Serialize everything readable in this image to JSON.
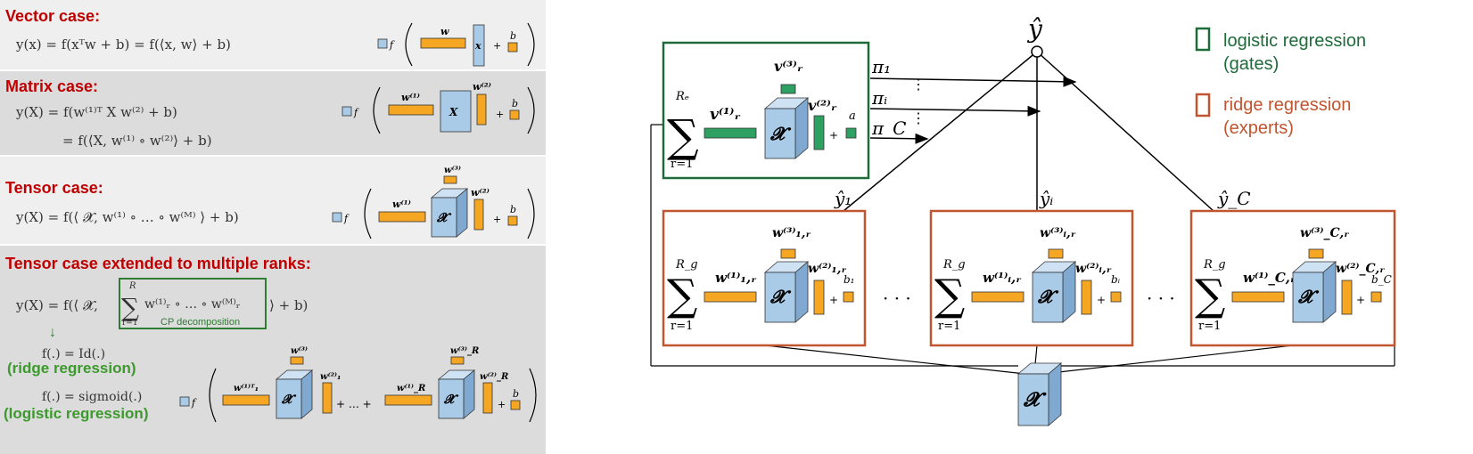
{
  "left_panel": {
    "vector": {
      "title": "Vector case:",
      "eq": "y(x) = f(xᵀw + b) = f(⟨x, w⟩ + b)",
      "y": "y",
      "f": "f",
      "w": "w",
      "x": "x",
      "b": "b",
      "plus": "+"
    },
    "matrix": {
      "title": "Matrix case:",
      "eq1": "y(X) = f(w⁽¹⁾ᵀ X w⁽²⁾ + b)",
      "eq2": "= f(⟨X, w⁽¹⁾ ∘ w⁽²⁾⟩ + b)",
      "y": "y",
      "f": "f",
      "w1": "w⁽¹⁾",
      "x": "X",
      "w2": "w⁽²⁾",
      "b": "b",
      "plus": "+"
    },
    "tensor": {
      "title": "Tensor case:",
      "eq": "y(X) = f(⟨ 𝓧, w⁽¹⁾ ∘ … ∘ w⁽ᴹ⁾ ⟩ + b)",
      "y": "y",
      "f": "f",
      "w1": "w⁽¹⁾",
      "x": "𝓧",
      "w2": "w⁽²⁾",
      "w3": "w⁽³⁾",
      "b": "b",
      "plus": "+"
    },
    "ranks": {
      "title": "Tensor case extended to multiple ranks:",
      "eq_pre": "y(X) = f(⟨ 𝓧,",
      "sum_sym": "∑",
      "sum_top": "R",
      "sum_bottom": "r=1",
      "eq_inner": "w⁽¹⁾ᵣ ∘ … ∘ w⁽ᴹ⁾ᵣ",
      "eq_post": "⟩ + b)",
      "cp_label": "CP decomposition",
      "arrow": "↓",
      "f_id": "f(.) = Id(.)",
      "ridge": "(ridge regression)",
      "f_sig": "f(.) = sigmoid(.)",
      "logistic": "(logistic regression)",
      "y": "y",
      "f": "f",
      "w1_first": "w⁽¹⁾ᵀ₁",
      "w2_first": "w⁽²⁾₁",
      "w3_first": "w⁽³⁾",
      "w1_last": "w⁽¹⁾_R",
      "w2_last": "w⁽²⁾_R",
      "w3_last": "w⁽³⁾_R",
      "x": "𝓧",
      "plus": "+",
      "dots": "+ … +",
      "b": "b"
    }
  },
  "right_diagram": {
    "y_hat": "ŷ",
    "gate": {
      "sum_sym": "∑",
      "sum_top": "Rₑ",
      "sum_bottom": "r=1",
      "v1": "v⁽¹⁾ᵣ",
      "v2": "v⁽²⁾ᵣ",
      "v3": "v⁽³⁾ᵣ",
      "x": "𝓧",
      "plus": "+",
      "a": "a"
    },
    "pi": [
      "π₁",
      "πᵢ",
      "π_C"
    ],
    "vdots": "⋮",
    "experts": [
      {
        "y": "ŷ₁",
        "sum_top": "R_g",
        "sum_bottom": "r=1",
        "w1": "w⁽¹⁾₁,ᵣ",
        "w2": "w⁽²⁾₁,ᵣ",
        "w3": "w⁽³⁾₁,ᵣ",
        "b": "b₁"
      },
      {
        "y": "ŷᵢ",
        "sum_top": "R_g",
        "sum_bottom": "r=1",
        "w1": "w⁽¹⁾ᵢ,ᵣ",
        "w2": "w⁽²⁾ᵢ,ᵣ",
        "w3": "w⁽³⁾ᵢ,ᵣ",
        "b": "bᵢ"
      },
      {
        "y": "ŷ_C",
        "sum_top": "R_g",
        "sum_bottom": "r=1",
        "w1": "w⁽¹⁾_C,ᵣ",
        "w2": "w⁽²⁾_C,ᵣ",
        "w3": "w⁽³⁾_C,ᵣ",
        "b": "b_C"
      }
    ],
    "hdots": "· · ·",
    "input_x": "𝓧",
    "legend": {
      "logistic_1": "logistic regression",
      "logistic_2": "(gates)",
      "ridge_1": "ridge regression",
      "ridge_2": "(experts)"
    }
  },
  "colors": {
    "red_title": "#c00000",
    "green": "#2e7d32",
    "gate_green": "#1e6b3a",
    "expert_brown": "#c0552f",
    "orange": "#f5a623",
    "blue": "#a9cbe8",
    "panel_gray": "#dcdcdc",
    "panel_light": "#efefef"
  }
}
